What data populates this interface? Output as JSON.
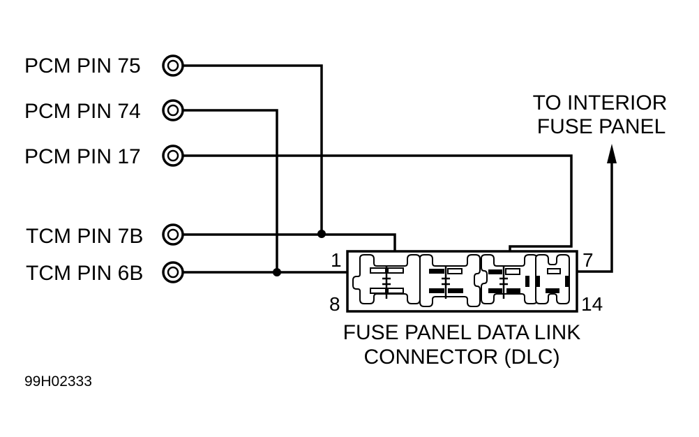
{
  "diagram": {
    "title_id": "99H02333",
    "colors": {
      "line": "#000000",
      "background": "#ffffff"
    },
    "terminals": [
      {
        "id": "pcm75",
        "label": "PCM PIN 75"
      },
      {
        "id": "pcm74",
        "label": "PCM PIN 74"
      },
      {
        "id": "pcm17",
        "label": "PCM PIN 17"
      },
      {
        "id": "tcm7b",
        "label": "TCM PIN 7B"
      },
      {
        "id": "tcm6b",
        "label": "TCM PIN 6B"
      }
    ],
    "connector": {
      "name_line1": "FUSE PANEL DATA LINK",
      "name_line2": "CONNECTOR (DLC)",
      "pin_labels": {
        "top_left": "1",
        "bottom_left": "8",
        "top_right": "7",
        "bottom_right": "14"
      }
    },
    "destination": {
      "line1": "TO INTERIOR",
      "line2": "FUSE PANEL"
    },
    "connections": [
      {
        "from": "PCM PIN 75",
        "to": "TCM PIN 7B",
        "type": "splice"
      },
      {
        "from": "PCM PIN 74",
        "to": "TCM PIN 6B",
        "type": "splice"
      },
      {
        "from": "TCM PIN 7B",
        "to": "DLC pin 1 (upper row, cavity 2)"
      },
      {
        "from": "TCM PIN 6B",
        "to": "DLC upper row, cavity 1"
      },
      {
        "from": "PCM PIN 17",
        "to": "DLC upper row, cavity 6"
      },
      {
        "from": "DLC pin 7",
        "to": "TO INTERIOR FUSE PANEL"
      }
    ]
  }
}
